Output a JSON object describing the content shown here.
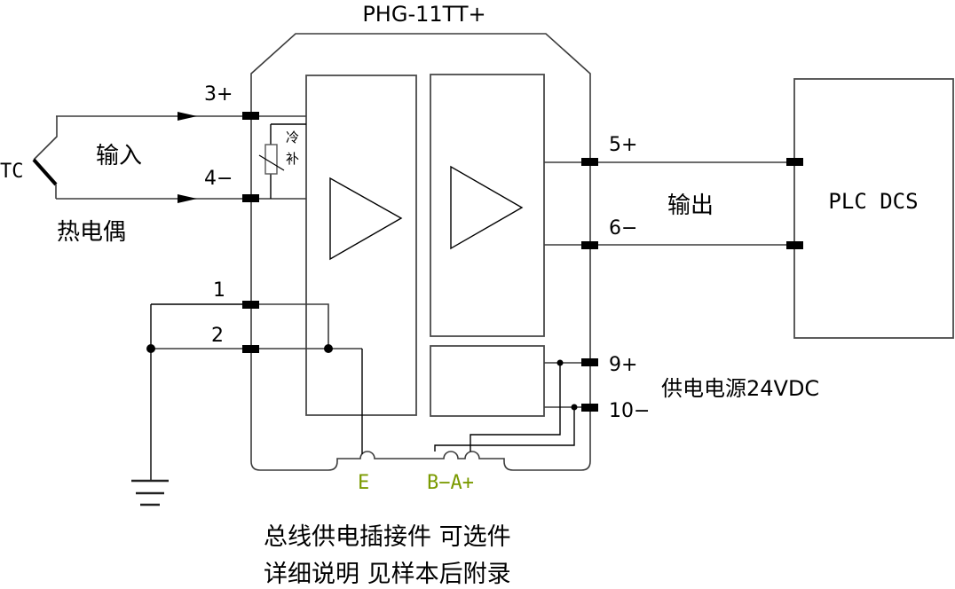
{
  "title": "PHG-11TT+",
  "input": {
    "sensor_label": "TC",
    "section_label": "输入",
    "sensor_name": "热电偶",
    "terminal_plus": "3+",
    "terminal_minus": "4−",
    "cold_junction_label_1": "冷",
    "cold_junction_label_2": "补"
  },
  "output": {
    "section_label": "输出",
    "terminal_plus": "5+",
    "terminal_minus": "6−",
    "device_label": "PLC DCS"
  },
  "ground": {
    "terminal_1": "1",
    "terminal_2": "2"
  },
  "power": {
    "terminal_plus": "9+",
    "terminal_minus": "10−",
    "label": "供电电源24VDC"
  },
  "bus_connector": {
    "e_label": "E",
    "ba_label": "B−A+",
    "color": "#7a9a00"
  },
  "notes": {
    "line_1": "总线供电插接件 可选件",
    "line_2": "详细说明 见样本后附录"
  }
}
